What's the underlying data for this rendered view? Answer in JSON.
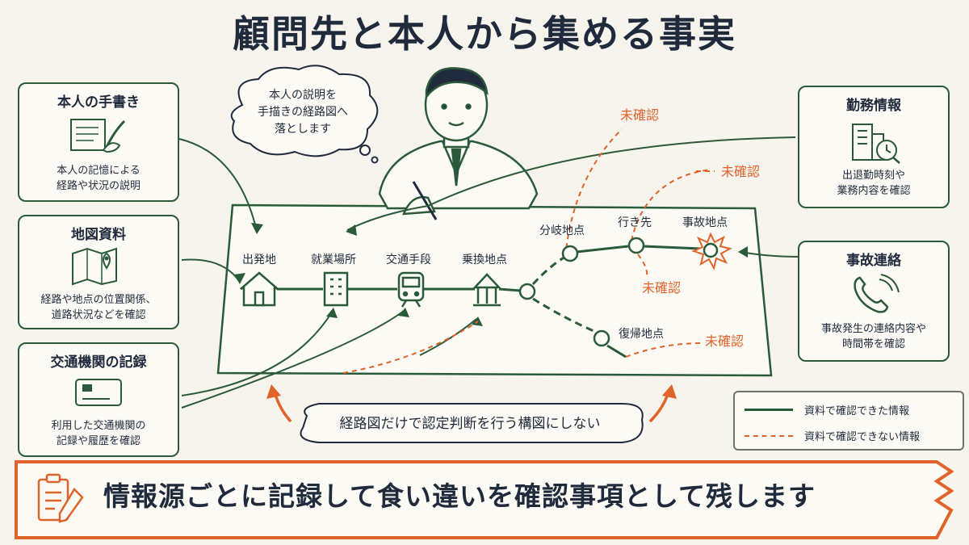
{
  "title": "顧問先と本人から集める事実",
  "sources": {
    "handwriting": {
      "title": "本人の手書き",
      "line1": "本人の記憶による",
      "line2": "経路や状況の説明",
      "icon": "handwriting-icon"
    },
    "map": {
      "title": "地図資料",
      "line1": "経路や地点の位置関係、",
      "line2": "道路状況などを確認",
      "icon": "map-pin-icon"
    },
    "transit": {
      "title": "交通機関の記録",
      "line1": "利用した交通機関の",
      "line2": "記録や履歴を確認",
      "icon": "ic-card-icon"
    },
    "work": {
      "title": "勤務情報",
      "line1": "出退勤時刻や",
      "line2": "業務内容を確認",
      "icon": "office-clock-icon"
    },
    "accident": {
      "title": "事故連絡",
      "line1": "事故発生の連絡内容や",
      "line2": "時間帯を確認",
      "icon": "phone-icon"
    }
  },
  "thought": {
    "line1": "本人の説明を",
    "line2": "手描きの経路図へ",
    "line3": "落とします"
  },
  "route": {
    "start": "出発地",
    "workplace": "就業場所",
    "transport": "交通手段",
    "transfer": "乗換地点",
    "branch": "分岐地点",
    "destination": "行き先",
    "accident_point": "事故地点",
    "return_point": "復帰地点"
  },
  "unconfirmed": "未確認",
  "bubble": "経路図だけで認定判断を行う構図にしない",
  "legend": {
    "solid": "資料で確認できた情報",
    "dashed": "資料で確認できない情報"
  },
  "banner": "情報源ごとに記録して食い違いを確認事項として残します",
  "colors": {
    "green": "#2b5a3a",
    "orange": "#e0632a",
    "navy": "#1f2a3d"
  }
}
